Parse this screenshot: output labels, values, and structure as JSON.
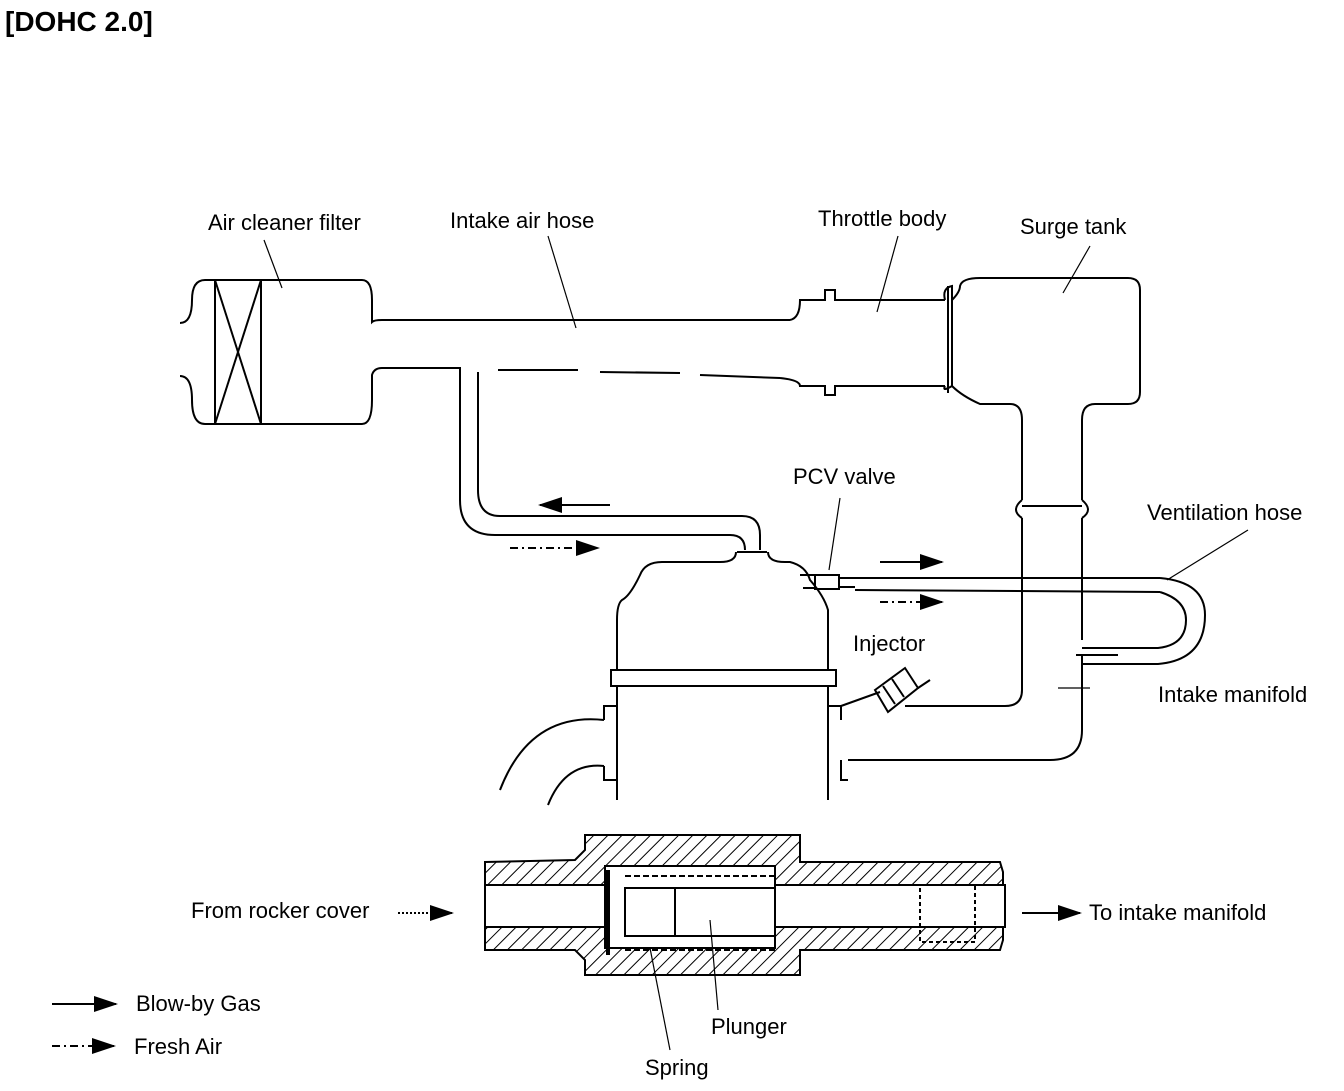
{
  "title": "[DOHC 2.0]",
  "labels": {
    "air_cleaner_filter": "Air cleaner filter",
    "intake_air_hose": "Intake air hose",
    "throttle_body": "Throttle body",
    "surge_tank": "Surge tank",
    "pcv_valve": "PCV valve",
    "ventilation_hose": "Ventilation hose",
    "injector": "Injector",
    "intake_manifold": "Intake manifold",
    "from_rocker_cover": "From rocker cover",
    "to_intake_manifold": "To intake manifold",
    "plunger": "Plunger",
    "spring": "Spring"
  },
  "legend": {
    "blow_by_gas": "Blow-by Gas",
    "fresh_air": "Fresh Air"
  }
}
